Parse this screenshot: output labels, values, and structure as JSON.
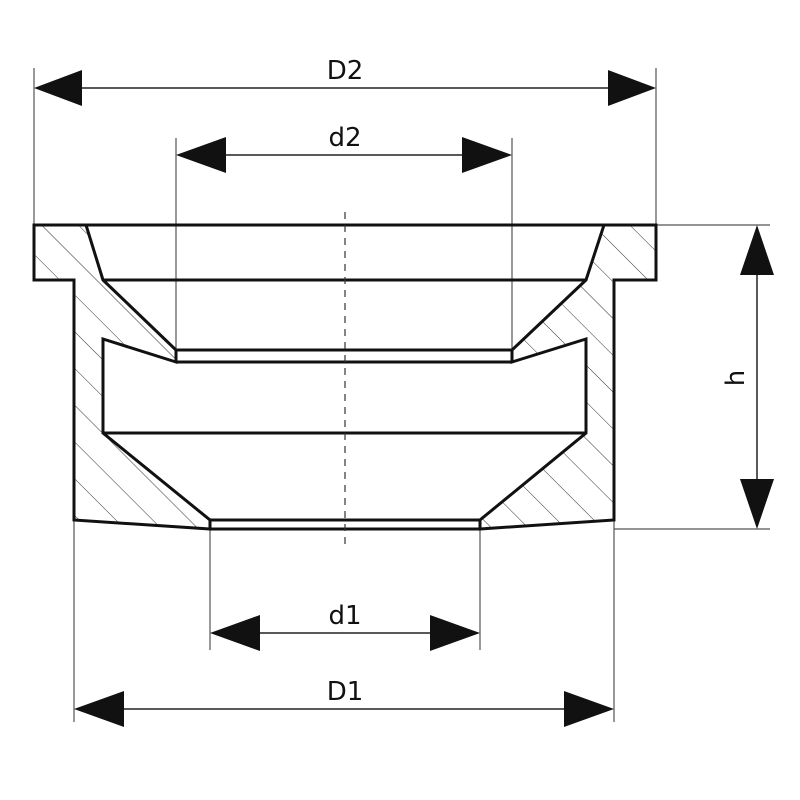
{
  "dimensions": {
    "outer_top_diameter": "D2",
    "inner_top_diameter": "d2",
    "inner_bottom_diameter": "d1",
    "outer_bottom_diameter": "D1",
    "height": "h"
  }
}
